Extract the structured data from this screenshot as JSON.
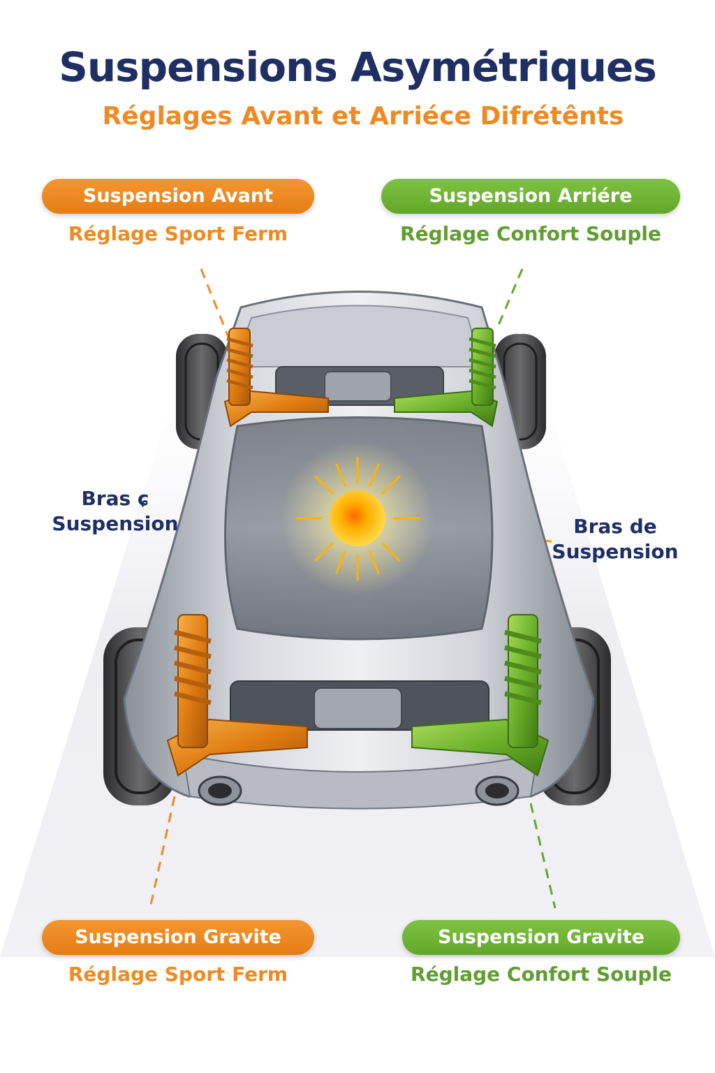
{
  "header": {
    "title": "Suspensions Asymétriques",
    "subtitle": "Réglages Avant et Arriéce Difrétênts"
  },
  "labels": {
    "top_left": {
      "pill": "Suspension Avant",
      "setting": "Réglage Sport Ferm"
    },
    "top_right": {
      "pill": "Suspension Arriére",
      "setting": "Réglage Confort Souple"
    },
    "bottom_left": {
      "pill": "Suspension Gravite",
      "setting": "Réglage Sport Ferm"
    },
    "bottom_right": {
      "pill": "Suspension Gravite",
      "setting": "Réglage Confort Souple"
    },
    "side_left": {
      "line1": "Bras ɕ",
      "line2": "Suspension"
    },
    "side_right": {
      "line1": "Bras de",
      "line2": "Suspension"
    }
  },
  "colors": {
    "title": "#1f2f63",
    "sport_orange": "#ef8a21",
    "comfort_green": "#62a72a",
    "center_glow": "#ffb300"
  },
  "icons": [
    "car-illustration",
    "center-of-gravity-icon",
    "front-left-suspension-icon",
    "front-right-suspension-icon",
    "rear-left-suspension-icon",
    "rear-right-suspension-icon"
  ]
}
